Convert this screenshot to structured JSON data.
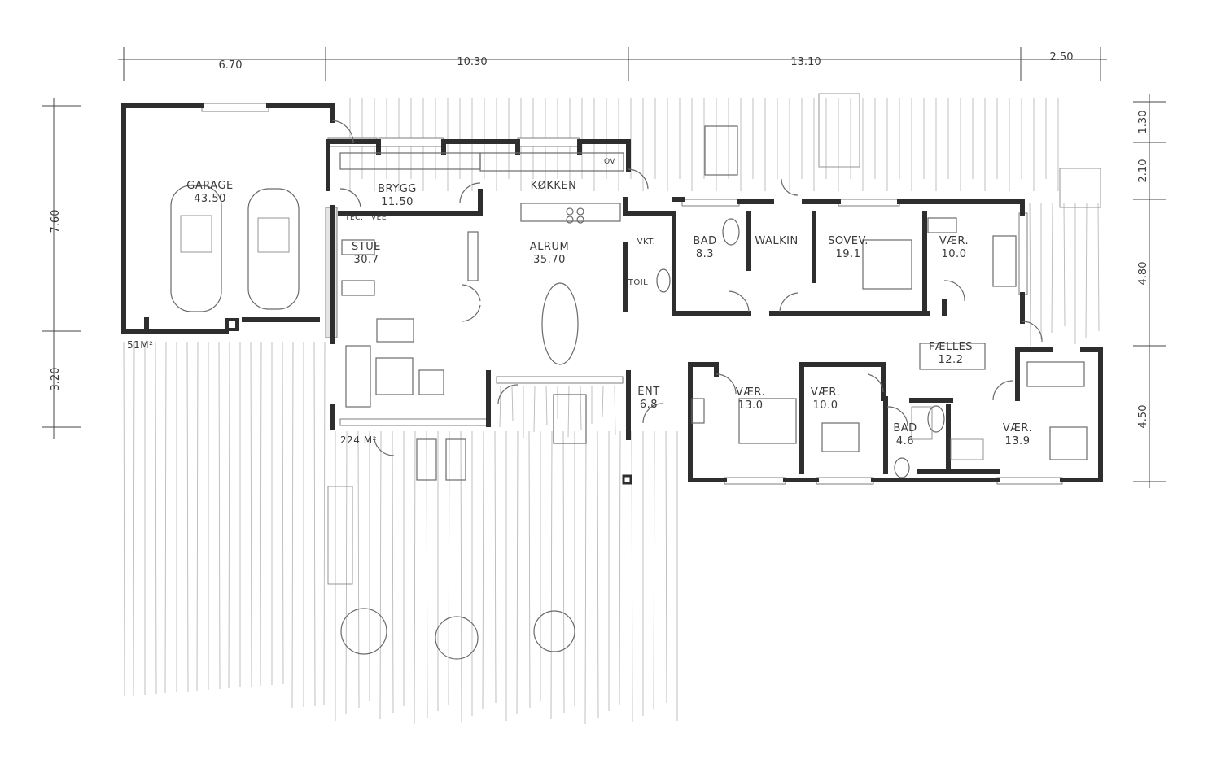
{
  "dimensions": {
    "top": [
      "6.70",
      "10.30",
      "13.10",
      "2.50"
    ],
    "left": [
      "7.60",
      "3.20"
    ],
    "right": [
      "1.30",
      "2.10",
      "4.80",
      "4.50"
    ]
  },
  "areas": {
    "garage_total": "51M²",
    "house_total": "224 M²"
  },
  "rooms": [
    {
      "name": "GARAGE",
      "area": "43.50"
    },
    {
      "name": "BRYGG",
      "area": "11.50"
    },
    {
      "name": "KØKKEN",
      "area": ""
    },
    {
      "name": "STUE",
      "area": "30.7"
    },
    {
      "name": "ALRUM",
      "area": "35.70"
    },
    {
      "name": "VKT.",
      "area": ""
    },
    {
      "name": "TOIL",
      "area": ""
    },
    {
      "name": "BAD",
      "area": "8.3"
    },
    {
      "name": "WALKIN",
      "area": ""
    },
    {
      "name": "SOVEV.",
      "area": "19.1"
    },
    {
      "name": "VÆR.",
      "area": "10.0"
    },
    {
      "name": "FÆLLES",
      "area": "12.2"
    },
    {
      "name": "ENT",
      "area": "6.8"
    },
    {
      "name": "VÆR.",
      "area": "13.0"
    },
    {
      "name": "VÆR.",
      "area": "10.0"
    },
    {
      "name": "BAD",
      "area": "4.6"
    },
    {
      "name": "VÆR.",
      "area": "13.9"
    }
  ],
  "fixtures": {
    "tec": "TEC.",
    "vent": "VEE",
    "oven": "OV"
  }
}
